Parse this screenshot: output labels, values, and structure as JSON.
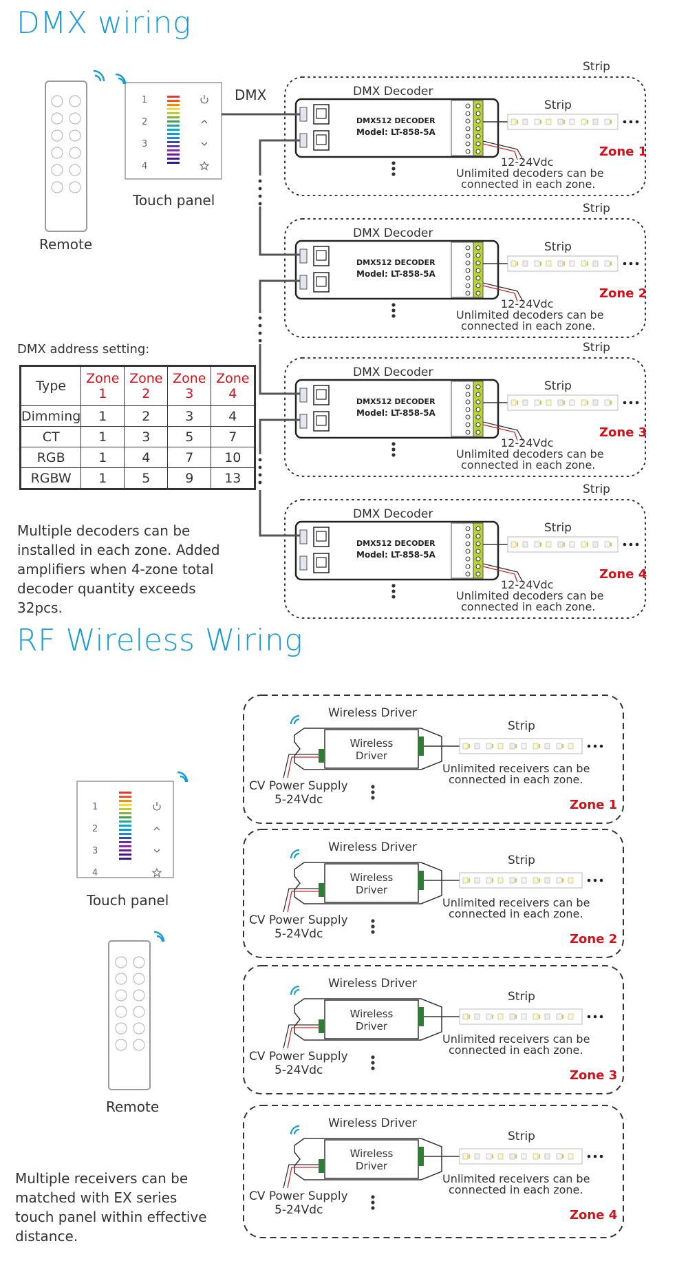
{
  "dmx": {
    "title": "DMX wiring",
    "remote_label": "Remote",
    "touch_panel_label": "Touch panel",
    "dmx_label": "DMX",
    "address_setting_label": "DMX address setting:",
    "note": [
      "Multiple decoders can be",
      "installed in each zone. Added",
      "amplifiers when 4-zone total",
      "decoder quantity exceeds",
      "32pcs."
    ],
    "panel_numbers": [
      "1",
      "2",
      "3",
      "4"
    ],
    "zones": [
      {
        "zone": "Zone 1",
        "strip_outer": "Strip",
        "decoder_label": "DMX Decoder",
        "strip": "Strip",
        "model_line1": "DMX512 DECODER",
        "model_line2": "Model: LT-858-5A",
        "voltage": "12-24Vdc",
        "note1": "Unlimited decoders can be",
        "note2": "connected in each zone."
      },
      {
        "zone": "Zone 2",
        "strip_outer": "Strip",
        "decoder_label": "DMX Decoder",
        "strip": "Strip",
        "model_line1": "DMX512 DECODER",
        "model_line2": "Model: LT-858-5A",
        "voltage": "12-24Vdc",
        "note1": "Unlimited decoders can be",
        "note2": "connected in each zone."
      },
      {
        "zone": "Zone 3",
        "strip_outer": "Strip",
        "decoder_label": "DMX Decoder",
        "strip": "Strip",
        "model_line1": "DMX512 DECODER",
        "model_line2": "Model: LT-858-5A",
        "voltage": "12-24Vdc",
        "note1": "Unlimited decoders can be",
        "note2": "connected in each zone."
      },
      {
        "zone": "Zone 4",
        "strip_outer": "Strip",
        "decoder_label": "DMX Decoder",
        "strip": "Strip",
        "model_line1": "DMX512 DECODER",
        "model_line2": "Model: LT-858-5A",
        "voltage": "12-24Vdc",
        "note1": "Unlimited decoders can be",
        "note2": "connected in each zone."
      }
    ],
    "table": {
      "headers": [
        "Type",
        "Zone 1",
        "Zone 2",
        "Zone 3",
        "Zone 4"
      ],
      "rows": [
        [
          "Dimming",
          "1",
          "2",
          "3",
          "4"
        ],
        [
          "CT",
          "1",
          "3",
          "5",
          "7"
        ],
        [
          "RGB",
          "1",
          "4",
          "7",
          "10"
        ],
        [
          "RGBW",
          "1",
          "5",
          "9",
          "13"
        ]
      ]
    }
  },
  "rf": {
    "title": "RF Wireless Wiring",
    "touch_panel_label": "Touch panel",
    "remote_label": "Remote",
    "panel_numbers": [
      "1",
      "2",
      "3",
      "4"
    ],
    "note": [
      "Multiple receivers can be",
      "matched with EX series",
      "touch panel within effective",
      "distance."
    ],
    "zones": [
      {
        "zone": "Zone 1",
        "driver_label": "Wireless Driver",
        "box1": "Wireless",
        "box2": "Driver",
        "strip": "Strip",
        "psu1": "CV Power Supply",
        "psu2": "5-24Vdc",
        "note1": "Unlimited receivers can be",
        "note2": "connected in each zone."
      },
      {
        "zone": "Zone 2",
        "driver_label": "Wireless Driver",
        "box1": "Wireless",
        "box2": "Driver",
        "strip": "Strip",
        "psu1": "CV Power Supply",
        "psu2": "5-24Vdc",
        "note1": "Unlimited receivers can be",
        "note2": "connected in each zone."
      },
      {
        "zone": "Zone 3",
        "driver_label": "Wireless Driver",
        "box1": "Wireless",
        "box2": "Driver",
        "strip": "Strip",
        "psu1": "CV Power Supply",
        "psu2": "5-24Vdc",
        "note1": "Unlimited receivers can be",
        "note2": "connected in each zone."
      },
      {
        "zone": "Zone 4",
        "driver_label": "Wireless Driver",
        "box1": "Wireless",
        "box2": "Driver",
        "strip": "Strip",
        "psu1": "CV Power Supply",
        "psu2": "5-24Vdc",
        "note1": "Unlimited receivers can be",
        "note2": "connected in each zone."
      }
    ]
  },
  "colors": {
    "title_blue": "#1a9bd7",
    "zone_red": "#d0121b",
    "wire": "#555555",
    "terminal_green": "#b8d432"
  },
  "icons": [
    "wifi-signal-icon",
    "power-icon",
    "chevron-up-icon",
    "chevron-down-icon",
    "star-icon"
  ]
}
